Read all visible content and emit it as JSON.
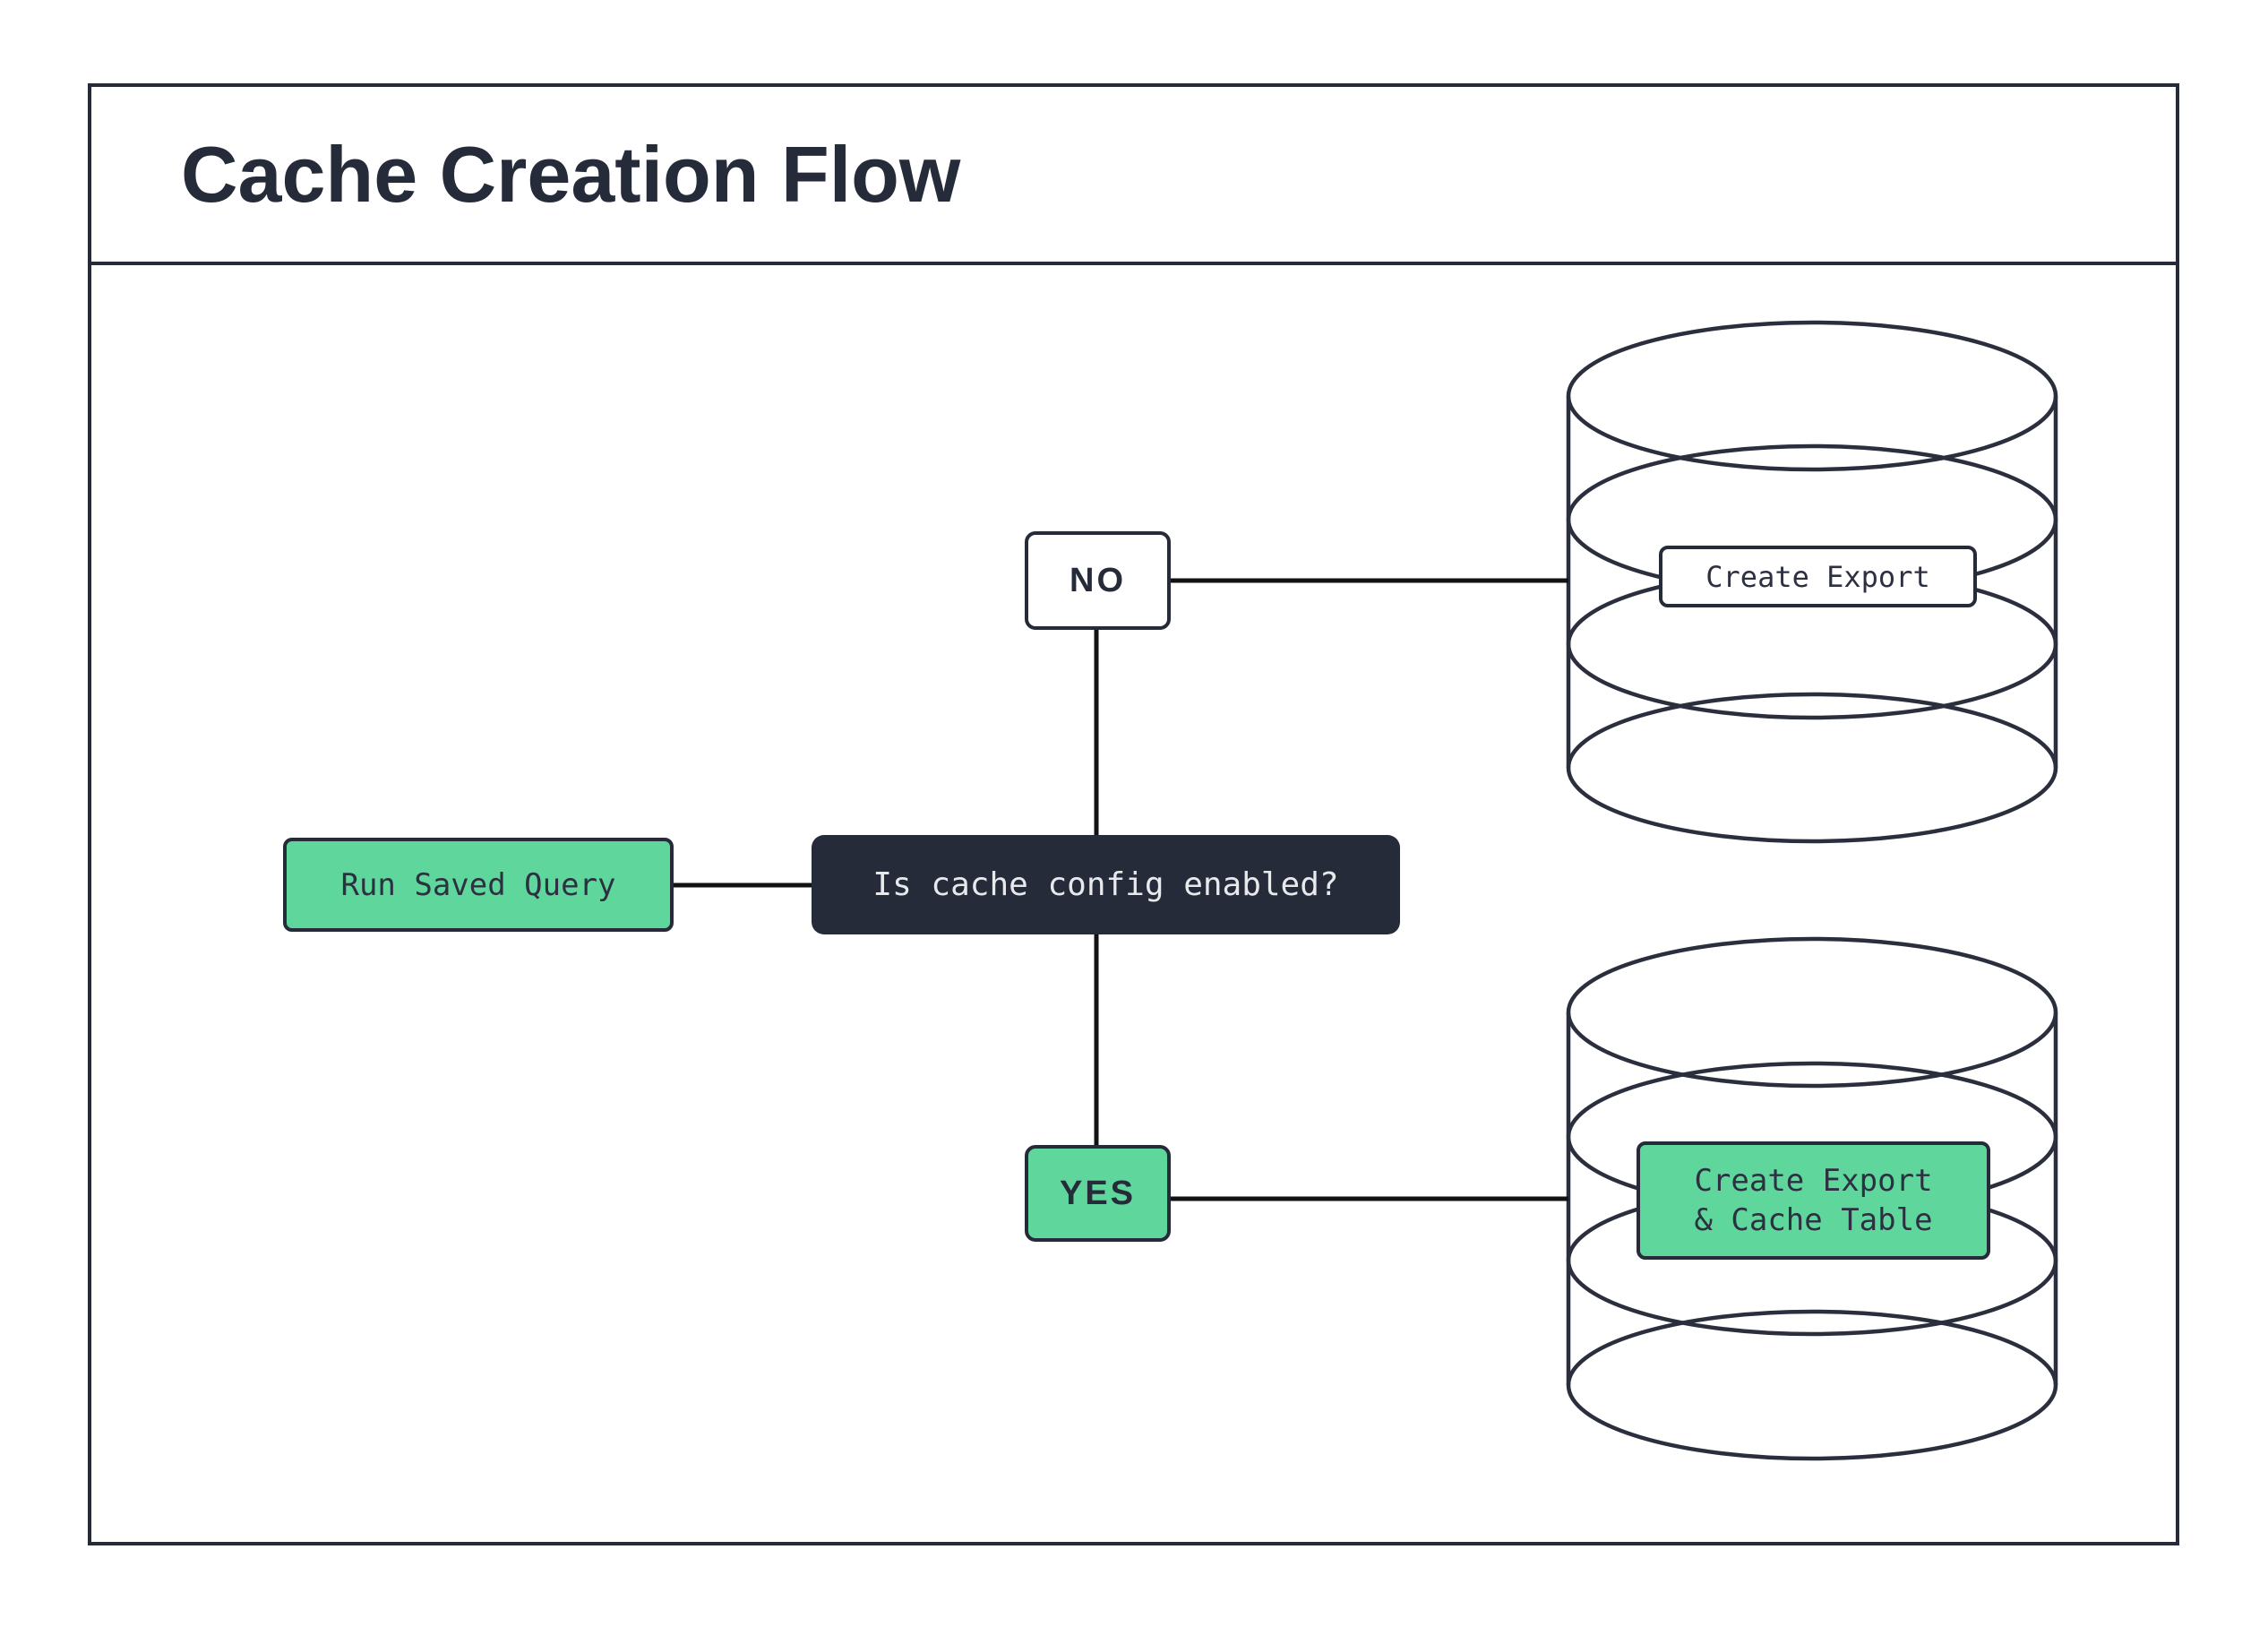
{
  "title": "Cache Creation Flow",
  "nodes": {
    "start": {
      "label": "Run Saved Query"
    },
    "decision": {
      "label": "Is cache config enabled?"
    },
    "branch_no": {
      "label": "NO"
    },
    "branch_yes": {
      "label": "YES"
    },
    "db_no": {
      "label": "Create Export"
    },
    "db_yes": {
      "label_line1": "Create Export",
      "label_line2": "& Cache Table"
    }
  },
  "colors": {
    "accent_green": "#5fd69c",
    "dark_navy": "#262b3a",
    "connector_black": "#121215",
    "light_text": "#e8e9ec",
    "background": "#ffffff"
  }
}
